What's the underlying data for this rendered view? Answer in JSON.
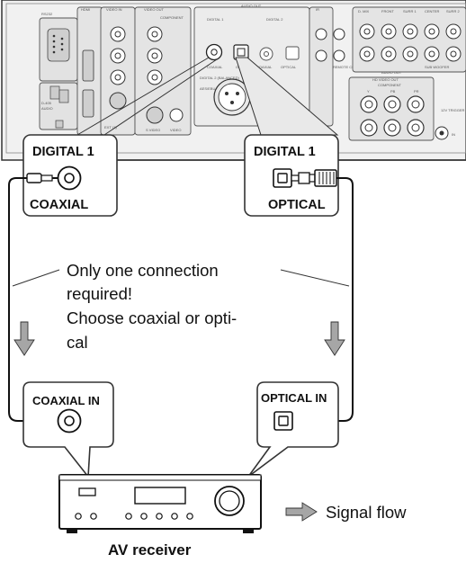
{
  "panel": {
    "labels": {
      "rs232": "RS232",
      "hdmi": "HDMI",
      "video_in": "VIDEO IN",
      "video_out": "VIDEO OUT",
      "component": "COMPONENT",
      "audio_out_top": "AUDIO OUT",
      "digital1": "DIGITAL 1",
      "digital2": "DIGITAL 2",
      "coaxial": "COAXIAL",
      "opt": "OPT",
      "coaxial_small": "COAXIAL",
      "optical_small": "OPTICAL",
      "balanced": "DIGITAL 2 (BALANCED)",
      "aes_ebu": "AES/EBU",
      "ir": "IR",
      "remote_control": "REMOTE CONTROL",
      "d_mix": "D. MIX",
      "front": "FRONT",
      "surr1": "SURR 1",
      "center": "CENTER",
      "surr2": "SURR 2",
      "sub_woofer": "SUB WOOFER",
      "audio_out_bottom": "AUDIO OUT",
      "hd_video_out": "HD VIDEO OUT",
      "component2": "COMPONENT",
      "y": "Y",
      "pb": "PB",
      "pr": "PR",
      "trigger_12v": "12V TRIGGER",
      "in": "IN",
      "s_video": "S VIDEO",
      "video": "VIDEO",
      "ext": "EXT (1)",
      "d405": "D-405",
      "audio_side": "AUDIO"
    }
  },
  "callouts": {
    "coaxial_out": {
      "title": "DIGITAL 1",
      "sub": "COAXIAL"
    },
    "optical_out": {
      "title": "DIGITAL 1",
      "sub": "OPTICAL"
    },
    "coaxial_in": {
      "title": "COAXIAL IN"
    },
    "optical_in": {
      "title": "OPTICAL IN"
    }
  },
  "note": {
    "lines": [
      "Only one connection",
      "required!",
      "Choose coaxial or opti-",
      "cal"
    ]
  },
  "legend": {
    "label": "Signal flow"
  },
  "receiver": {
    "label": "AV receiver"
  }
}
